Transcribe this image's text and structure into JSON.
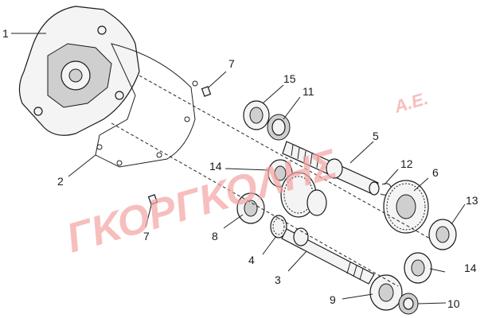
{
  "diagram": {
    "watermark": {
      "main": "ΓΚΟΡΓΚΟΛΗΣ",
      "suffix": "Α.Ε.",
      "color": "#f3a3a3"
    },
    "callouts": [
      {
        "id": "p1",
        "label": "1"
      },
      {
        "id": "p2",
        "label": "2"
      },
      {
        "id": "p3",
        "label": "3"
      },
      {
        "id": "p4",
        "label": "4"
      },
      {
        "id": "p5",
        "label": "5"
      },
      {
        "id": "p6",
        "label": "6"
      },
      {
        "id": "p7a",
        "label": "7"
      },
      {
        "id": "p7b",
        "label": "7"
      },
      {
        "id": "p8",
        "label": "8"
      },
      {
        "id": "p9",
        "label": "9"
      },
      {
        "id": "p10",
        "label": "10"
      },
      {
        "id": "p11",
        "label": "11"
      },
      {
        "id": "p12",
        "label": "12"
      },
      {
        "id": "p13",
        "label": "13"
      },
      {
        "id": "p14a",
        "label": "14"
      },
      {
        "id": "p14b",
        "label": "14"
      },
      {
        "id": "p15",
        "label": "15"
      }
    ]
  }
}
